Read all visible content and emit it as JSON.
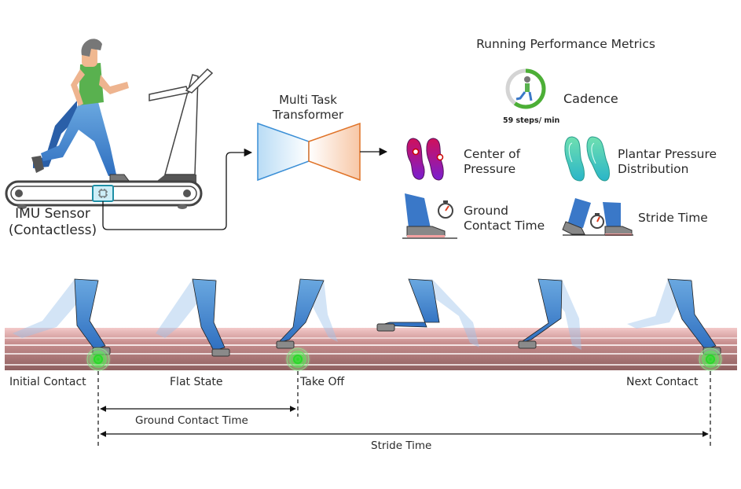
{
  "pipeline": {
    "sensor_label_line1": "IMU Sensor",
    "sensor_label_line2": "(Contactless)",
    "model_title_line1": "Multi Task",
    "model_title_line2": "Transformer",
    "encoder_color": "#3b8fd6",
    "decoder_color": "#e07328"
  },
  "metrics": {
    "title": "Running Performance Metrics",
    "cadence": {
      "label": "Cadence",
      "value_text": "59 steps/ min",
      "ring_fill_fraction": 0.6,
      "ring_color": "#4caf36"
    },
    "center_of_pressure": {
      "label_line1": "Center of",
      "label_line2": "Pressure"
    },
    "plantar_pressure": {
      "label_line1": "Plantar Pressure",
      "label_line2": "Distribution"
    },
    "ground_contact_time": {
      "label_line1": "Ground",
      "label_line2": "Contact Time"
    },
    "stride_time": {
      "label": "Stride Time"
    }
  },
  "gait_cycle": {
    "phases": [
      {
        "label": "Initial Contact"
      },
      {
        "label": "Flat State"
      },
      {
        "label": "Take Off"
      },
      {
        "label": "Next Contact"
      }
    ],
    "intervals": {
      "ground_contact": "Ground Contact Time",
      "stride": "Stride Time"
    },
    "contact_highlight_color": "#39e63a",
    "track_color": "#a86c6c"
  }
}
